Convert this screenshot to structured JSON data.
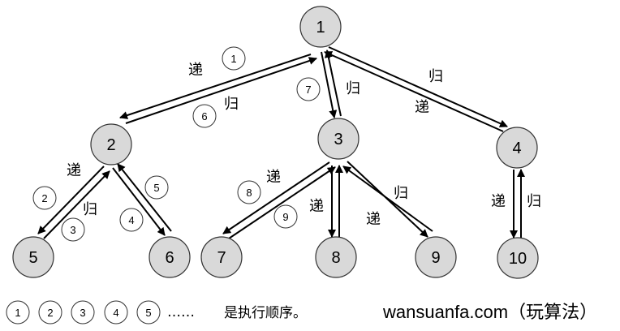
{
  "nodes": [
    {
      "id": "1",
      "label": "1"
    },
    {
      "id": "2",
      "label": "2"
    },
    {
      "id": "3",
      "label": "3"
    },
    {
      "id": "4",
      "label": "4"
    },
    {
      "id": "5",
      "label": "5"
    },
    {
      "id": "6",
      "label": "6"
    },
    {
      "id": "7",
      "label": "7"
    },
    {
      "id": "8",
      "label": "8"
    },
    {
      "id": "9",
      "label": "9"
    },
    {
      "id": "10",
      "label": "10"
    }
  ],
  "edges": [
    {
      "from": "1",
      "to": "2"
    },
    {
      "from": "1",
      "to": "3"
    },
    {
      "from": "1",
      "to": "4"
    },
    {
      "from": "2",
      "to": "5"
    },
    {
      "from": "2",
      "to": "6"
    },
    {
      "from": "3",
      "to": "7"
    },
    {
      "from": "3",
      "to": "8"
    },
    {
      "from": "3",
      "to": "9"
    },
    {
      "from": "4",
      "to": "10"
    }
  ],
  "edge_labels": {
    "e12_di": "递",
    "e12_gui": "归",
    "e13_gui": "归",
    "e14_gui": "归",
    "e14_di": "递",
    "e25_di": "递",
    "e25_gui": "归",
    "e37_di": "递",
    "e38_di": "递",
    "e39_gui": "归",
    "e39_di": "递",
    "e410_di": "递",
    "e410_gui": "归"
  },
  "steps": {
    "s1": "1",
    "s2": "2",
    "s3": "3",
    "s4": "4",
    "s5": "5",
    "s6": "6",
    "s7": "7",
    "s8": "8",
    "s9": "9"
  },
  "legend": {
    "items": [
      "1",
      "2",
      "3",
      "4",
      "5"
    ],
    "ellipsis": "……",
    "text": "是执行顺序。"
  },
  "site": "wansuanfa.com（玩算法）"
}
